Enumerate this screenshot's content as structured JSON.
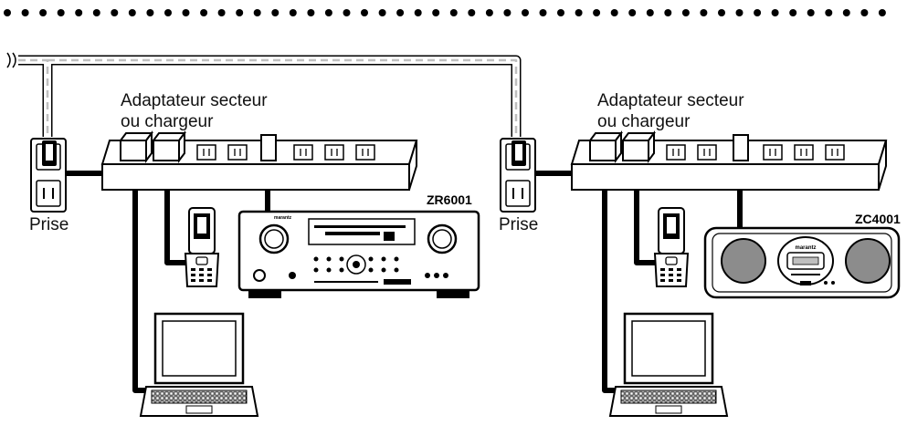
{
  "labels": {
    "adapter_left_line1": "Adaptateur secteur",
    "adapter_left_line2": "ou chargeur",
    "adapter_right_line1": "Adaptateur secteur",
    "adapter_right_line2": "ou chargeur",
    "outlet_left": "Prise",
    "outlet_right": "Prise",
    "model_receiver": "ZR6001",
    "model_radio": "ZC4001",
    "brand": "marantz"
  },
  "icons": [
    "wall-outlet-icon",
    "power-strip-icon",
    "power-adapter-icon",
    "mobile-phone-icon",
    "laptop-icon",
    "av-receiver-icon",
    "network-radio-icon"
  ],
  "colors": {
    "line": "#000000",
    "cable_gray": "#bfbfbf",
    "speaker_gray": "#8c8c8c",
    "dots": "#000000"
  }
}
